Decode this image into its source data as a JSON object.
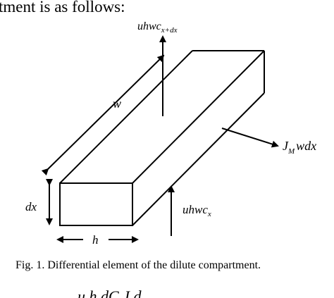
{
  "text": {
    "intro_fragment": "tment is as follows:",
    "caption": "Fig. 1. Differential element of the dilute compartment.",
    "equation_fragment": "u h dC      J  d"
  },
  "figure": {
    "labels": {
      "w": "w",
      "h": "h",
      "dx": "dx",
      "top_flux_main": "uhwc",
      "top_flux_sub": "x+dx",
      "bottom_flux_main": "uhwc",
      "bottom_flux_sub": "x",
      "side_flux_J": "J",
      "side_flux_sub": "M",
      "side_flux_rest": "wdx"
    }
  }
}
